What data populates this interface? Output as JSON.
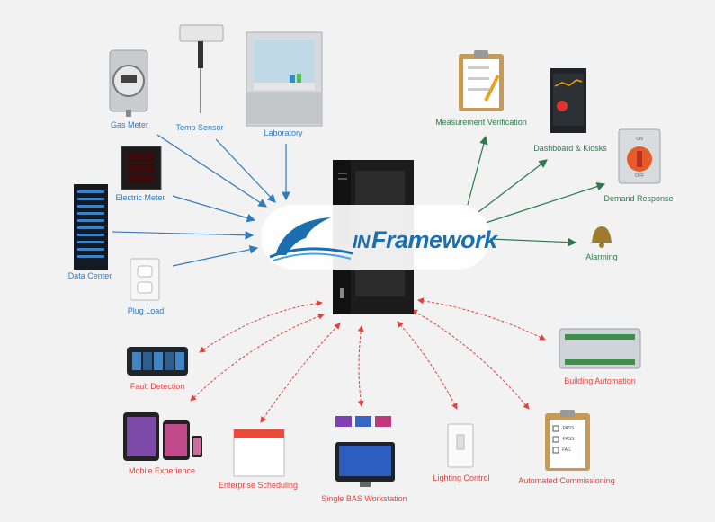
{
  "center": {
    "logo_text": "Framework",
    "logo_prefix": "IN"
  },
  "inputs": [
    {
      "label": "Gas Meter"
    },
    {
      "label": "Temp Sensor"
    },
    {
      "label": "Laboratory"
    },
    {
      "label": "Electric Meter"
    },
    {
      "label": "Data Center"
    },
    {
      "label": "Plug Load"
    }
  ],
  "outputs": [
    {
      "label": "Measurement Verification"
    },
    {
      "label": "Dashboard & Kiosks"
    },
    {
      "label": "Demand Response"
    },
    {
      "label": "Alarming"
    }
  ],
  "bidirectional": [
    {
      "label": "Fault Detection"
    },
    {
      "label": "Mobile Experience"
    },
    {
      "label": "Enterprise Scheduling"
    },
    {
      "label": "Single BAS Workstation"
    },
    {
      "label": "Lighting Control"
    },
    {
      "label": "Automated Commissioning"
    },
    {
      "label": "Building Automation"
    }
  ],
  "device_text": {
    "switch_on": "ON",
    "switch_off": "OFF",
    "checklist": [
      "PASS",
      "PASS",
      "FAIL"
    ]
  },
  "colors": {
    "input": "#2f7bbf",
    "output": "#2b7a4b",
    "bidirectional": "#e0433e",
    "logo": "#1b6fae"
  }
}
